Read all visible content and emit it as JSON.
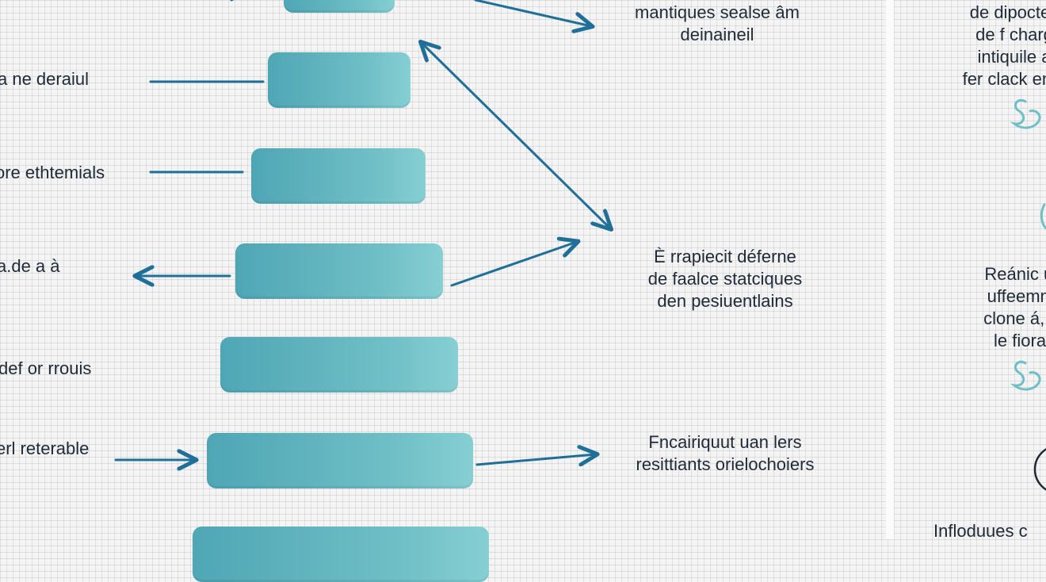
{
  "left_labels": [
    "a ne deraiul",
    "ore ethtemials",
    "a.de a à",
    "def or rrouis",
    "erl reterable"
  ],
  "middle_notes": [
    [
      "mantiques sealse âm",
      "deinaineil"
    ],
    [
      "È rrapiecit déferne",
      "de faalce statciques",
      "den pesiuentlains"
    ],
    [
      "Fncairiquut uan lers",
      "resittiants orielochoiers"
    ]
  ],
  "right_notes": [
    [
      "de dipoctes",
      "de f charg",
      "intiquile a",
      "fer clack en u"
    ],
    [
      "Reánic u p",
      "uffeemner",
      "clone á, du",
      "le fiorals"
    ],
    [
      "Infloduues c"
    ]
  ],
  "colors": {
    "block": "#5fb3be",
    "arrow": "#1f6f98",
    "text": "#1e2a38"
  },
  "icons": [
    "swirl-icon",
    "swirl-icon",
    "circle-icon"
  ]
}
